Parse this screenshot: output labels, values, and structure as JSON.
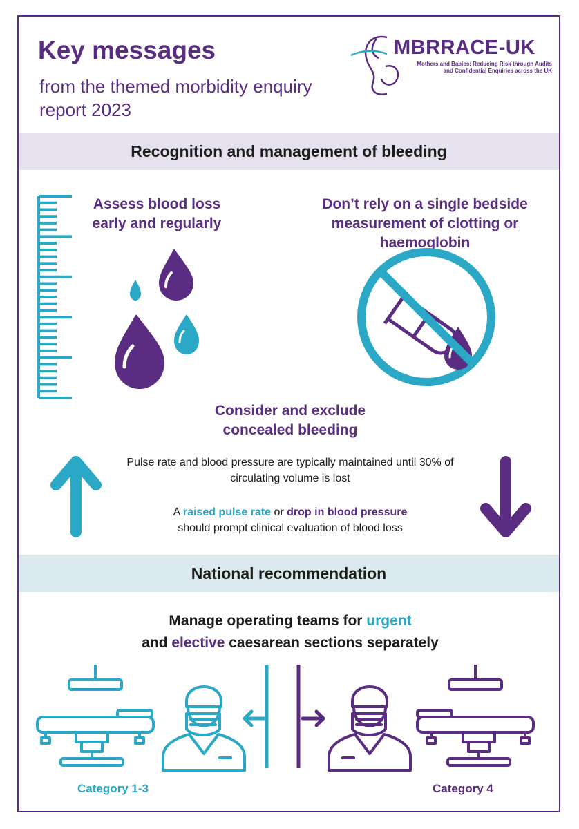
{
  "header": {
    "title": "Key messages",
    "subtitle": "from the themed morbidity enquiry report 2023"
  },
  "logo": {
    "name": "MBRRACE-UK",
    "tagline": "Mothers and Babies: Reducing Risk through Audits and Confidential Enquiries across the UK"
  },
  "section1": {
    "heading": "Recognition and management of bleeding",
    "assess": "Assess blood loss early and regularly",
    "dont_rely": "Don’t rely on a single bedside measurement of clotting or haemoglobin",
    "consider": "Consider and exclude concealed bleeding",
    "pulse_text": "Pulse rate and blood pressure are typically maintained until 30% of circulating volume is lost",
    "raised": {
      "prefix": "A ",
      "raised_pulse": "raised pulse rate",
      "middle": " or ",
      "drop_bp": "drop in blood pressure",
      "suffix": "should prompt clinical evaluation of blood loss"
    }
  },
  "section2": {
    "heading": "National recommendation",
    "manage": {
      "part1": "Manage operating teams for ",
      "urgent": "urgent",
      "part2": "and ",
      "elective": "elective",
      "part3": " caesarean sections separately"
    },
    "category_left": "Category 1-3",
    "category_right": "Category 4"
  },
  "colors": {
    "purple": "#5a2d82",
    "teal": "#2aa8c5",
    "band_lilac": "#e6e1ee",
    "band_blue": "#dbeaef"
  },
  "icons": [
    "ruler-icon",
    "blood-drops-icon",
    "no-test-tube-icon",
    "arrow-up-icon",
    "arrow-down-icon",
    "operating-table-icon",
    "surgeon-icon",
    "arrow-left-icon",
    "arrow-right-icon"
  ]
}
